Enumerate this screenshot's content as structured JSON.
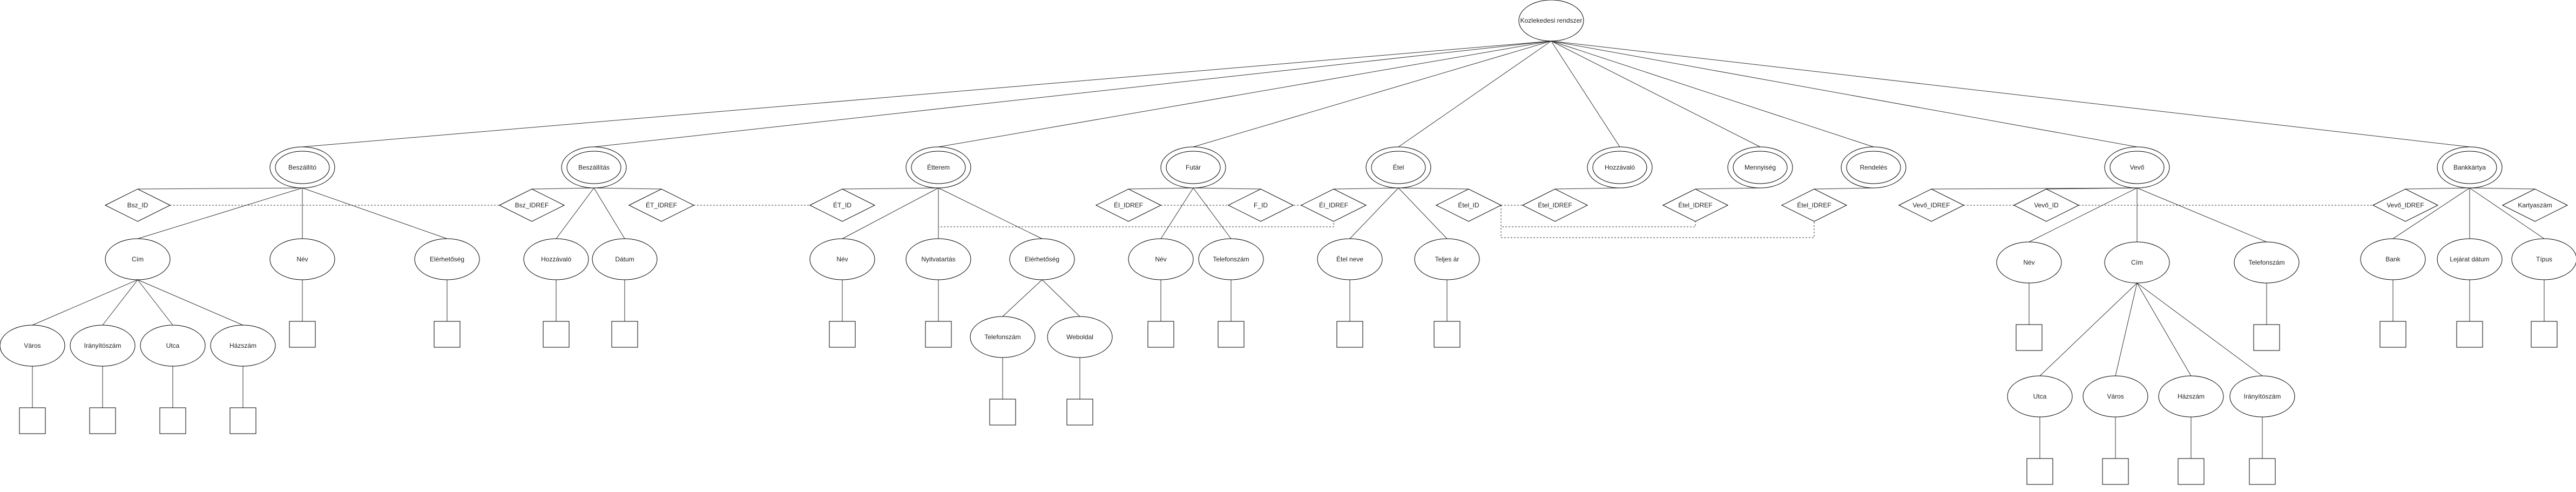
{
  "diagram": {
    "root": "Kozlekedesi rendszer",
    "entities": [
      {
        "id": "bs1",
        "label": "Beszállító"
      },
      {
        "id": "bs2",
        "label": "Beszállítás"
      },
      {
        "id": "et",
        "label": "Étterem"
      },
      {
        "id": "fu",
        "label": "Futár"
      },
      {
        "id": "el",
        "label": "Étel"
      },
      {
        "id": "hz",
        "label": "Hozzávaló"
      },
      {
        "id": "me",
        "label": "Mennyiség"
      },
      {
        "id": "re",
        "label": "Rendelés"
      },
      {
        "id": "ve",
        "label": "Vevő"
      },
      {
        "id": "ba",
        "label": "Bankkártya"
      }
    ],
    "keys": [
      {
        "id": "k_bsz_id",
        "label": "Bsz_ID"
      },
      {
        "id": "k_bsz_idref",
        "label": "Bsz_IDREF"
      },
      {
        "id": "k_et_idref",
        "label": "ÉT_IDREF"
      },
      {
        "id": "k_et_id",
        "label": "ÉT_ID"
      },
      {
        "id": "k_ei_idref",
        "label": "ÉI_IDREF"
      },
      {
        "id": "k_f_id",
        "label": "F_ID"
      },
      {
        "id": "k_ei_idref2",
        "label": "ÉI_IDREF"
      },
      {
        "id": "k_etel_id",
        "label": "Étel_ID"
      },
      {
        "id": "k_etel_idref_a",
        "label": "Étel_IDREF"
      },
      {
        "id": "k_etel_idref_b",
        "label": "Étel_IDREF"
      },
      {
        "id": "k_etel_idref_c",
        "label": "Étel_IDREF"
      },
      {
        "id": "k_vevo_idref",
        "label": "Vevő_IDREF"
      },
      {
        "id": "k_vevo_id",
        "label": "Vevő_ID"
      },
      {
        "id": "k_vevo_idref2",
        "label": "Vevő_IDREF"
      },
      {
        "id": "k_kartyaszam",
        "label": "Kartyaszám"
      }
    ],
    "attributes": [
      {
        "id": "a_cim",
        "label": "Cím"
      },
      {
        "id": "a_nev",
        "label": "Név"
      },
      {
        "id": "a_elerhetoseg",
        "label": "Elérhetőség"
      },
      {
        "id": "a_varos",
        "label": "Város"
      },
      {
        "id": "a_iranyitoszam",
        "label": "Irányítószám"
      },
      {
        "id": "a_utca",
        "label": "Utca"
      },
      {
        "id": "a_hazszam",
        "label": "Házszám"
      },
      {
        "id": "a_hozzavalo",
        "label": "Hozzávaló"
      },
      {
        "id": "a_datum",
        "label": "Dátum"
      },
      {
        "id": "a_et_nev",
        "label": "Név"
      },
      {
        "id": "a_nyitvatartas",
        "label": "Nyitvatartás"
      },
      {
        "id": "a_et_elerhetoseg",
        "label": "Elérhetőség"
      },
      {
        "id": "a_telefonszam",
        "label": "Telefonszám"
      },
      {
        "id": "a_weboldal",
        "label": "Weboldal"
      },
      {
        "id": "a_fu_nev",
        "label": "Név"
      },
      {
        "id": "a_fu_telefonszam",
        "label": "Telefonszám"
      },
      {
        "id": "a_etel_neve",
        "label": "Étel neve"
      },
      {
        "id": "a_teljes_ar",
        "label": "Teljes ár"
      },
      {
        "id": "a_ve_nev",
        "label": "Név"
      },
      {
        "id": "a_ve_cim",
        "label": "Cím"
      },
      {
        "id": "a_ve_telefonszam",
        "label": "Telefonszám"
      },
      {
        "id": "a_ve_utca",
        "label": "Utca"
      },
      {
        "id": "a_ve_varos",
        "label": "Város"
      },
      {
        "id": "a_ve_hazszam",
        "label": "Házszám"
      },
      {
        "id": "a_ve_iranyitoszam",
        "label": "Irányítószám"
      },
      {
        "id": "a_bank",
        "label": "Bank"
      },
      {
        "id": "a_lejarat",
        "label": "Lejárat dátum"
      },
      {
        "id": "a_tipus",
        "label": "Típus"
      }
    ]
  }
}
